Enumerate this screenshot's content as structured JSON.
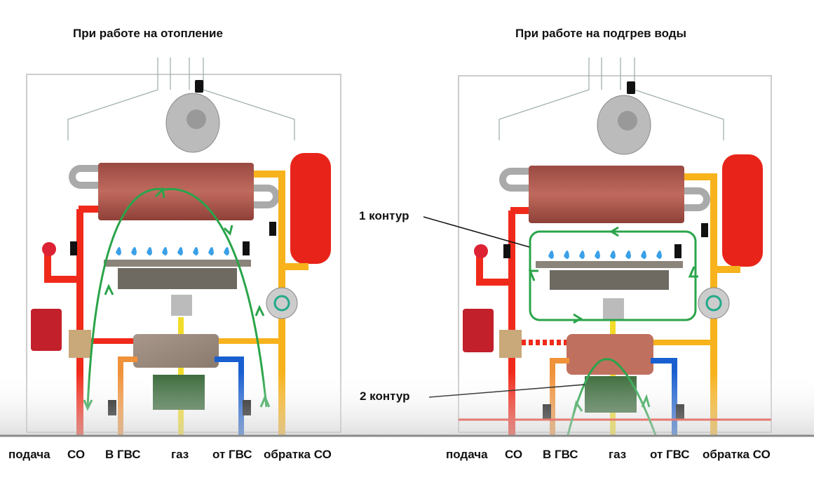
{
  "panels": [
    {
      "title": "При работе на отопление",
      "bottom_labels": [
        "подача",
        "СО",
        "В ГВС",
        "газ",
        "от ГВС",
        "обратка СО"
      ]
    },
    {
      "title": "При работе на подгрев воды",
      "bottom_labels": [
        "подача",
        "СО",
        "В ГВС",
        "газ",
        "от ГВС",
        "обратка СО"
      ],
      "callouts": [
        "1 контур",
        "2 контур"
      ]
    }
  ],
  "colors": {
    "supply_pipe": "#f02a1a",
    "return_pipe": "#f7b21c",
    "dhw_out_pipe": "#f0923a",
    "cold_in_pipe": "#1a5fd0",
    "gas_pipe": "#f2dc2a",
    "flow_arrow": "#2aa44a",
    "heat_exchanger": "#b0554a",
    "expansion_tank": "#e8241a",
    "flame": "#3aa0e8"
  }
}
